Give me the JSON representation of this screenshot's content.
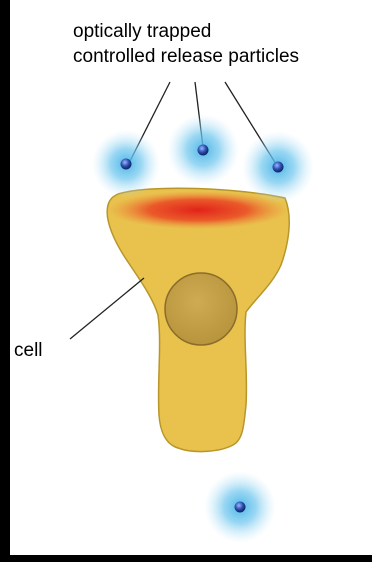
{
  "labels": {
    "particles_line_1": "optically trapped",
    "particles_line_2": "controlled release particles",
    "cell": "cell"
  },
  "colors": {
    "background": "#000000",
    "panel": "#ffffff",
    "cell_fill": "#e8c24d",
    "cell_stroke": "#b8962a",
    "nucleus_fill": "#c7a246",
    "gradient_hot": "#e2231a",
    "gradient_warm": "#f08a3a",
    "particle_glow": "#43b2e6",
    "particle_core": "#2a4fb0"
  },
  "icons": {
    "particle": "glowing-sphere",
    "pointer": "leader-line"
  },
  "particle_count": 4
}
